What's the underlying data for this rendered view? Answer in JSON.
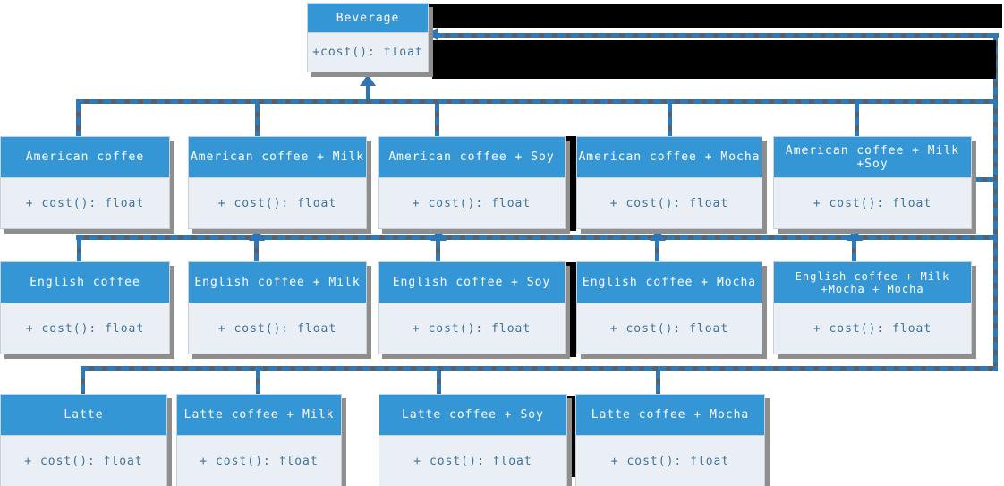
{
  "diagram": {
    "root": {
      "name": "Beverage",
      "method": "+cost(): float"
    },
    "rows": [
      {
        "boxes": [
          {
            "name": "American coffee",
            "method": "+ cost(): float"
          },
          {
            "name": "American coffee + Milk",
            "method": "+ cost(): float"
          },
          {
            "name": "American coffee + Soy",
            "method": "+ cost(): float"
          },
          {
            "name": "American coffee + Mocha",
            "method": "+ cost(): float"
          },
          {
            "name": "American coffee + Milk +Soy",
            "method": "+ cost(): float"
          }
        ]
      },
      {
        "boxes": [
          {
            "name": "English coffee",
            "method": "+ cost(): float"
          },
          {
            "name": "English coffee + Milk",
            "method": "+ cost(): float"
          },
          {
            "name": "English coffee + Soy",
            "method": "+ cost(): float"
          },
          {
            "name": "English coffee + Mocha",
            "method": "+ cost(): float"
          },
          {
            "name": "English coffee + Milk\n+Mocha + Mocha",
            "method": "+ cost(): float"
          }
        ]
      },
      {
        "boxes": [
          {
            "name": "Latte",
            "method": "+ cost(): float"
          },
          {
            "name": "Latte coffee + Milk",
            "method": "+ cost(): float"
          },
          {
            "name": "Latte coffee + Soy",
            "method": "+ cost(): float"
          },
          {
            "name": "Latte coffee + Mocha",
            "method": "+ cost(): float"
          }
        ]
      }
    ],
    "colors": {
      "header_blue": "#3596d6",
      "body_background": "#eaeff6",
      "body_text": "#40739c",
      "connector_blue": "#2f79b8",
      "connector_gray": "#55626e",
      "shadow_gray": "#8e8e8e",
      "redaction": "#000000"
    }
  }
}
